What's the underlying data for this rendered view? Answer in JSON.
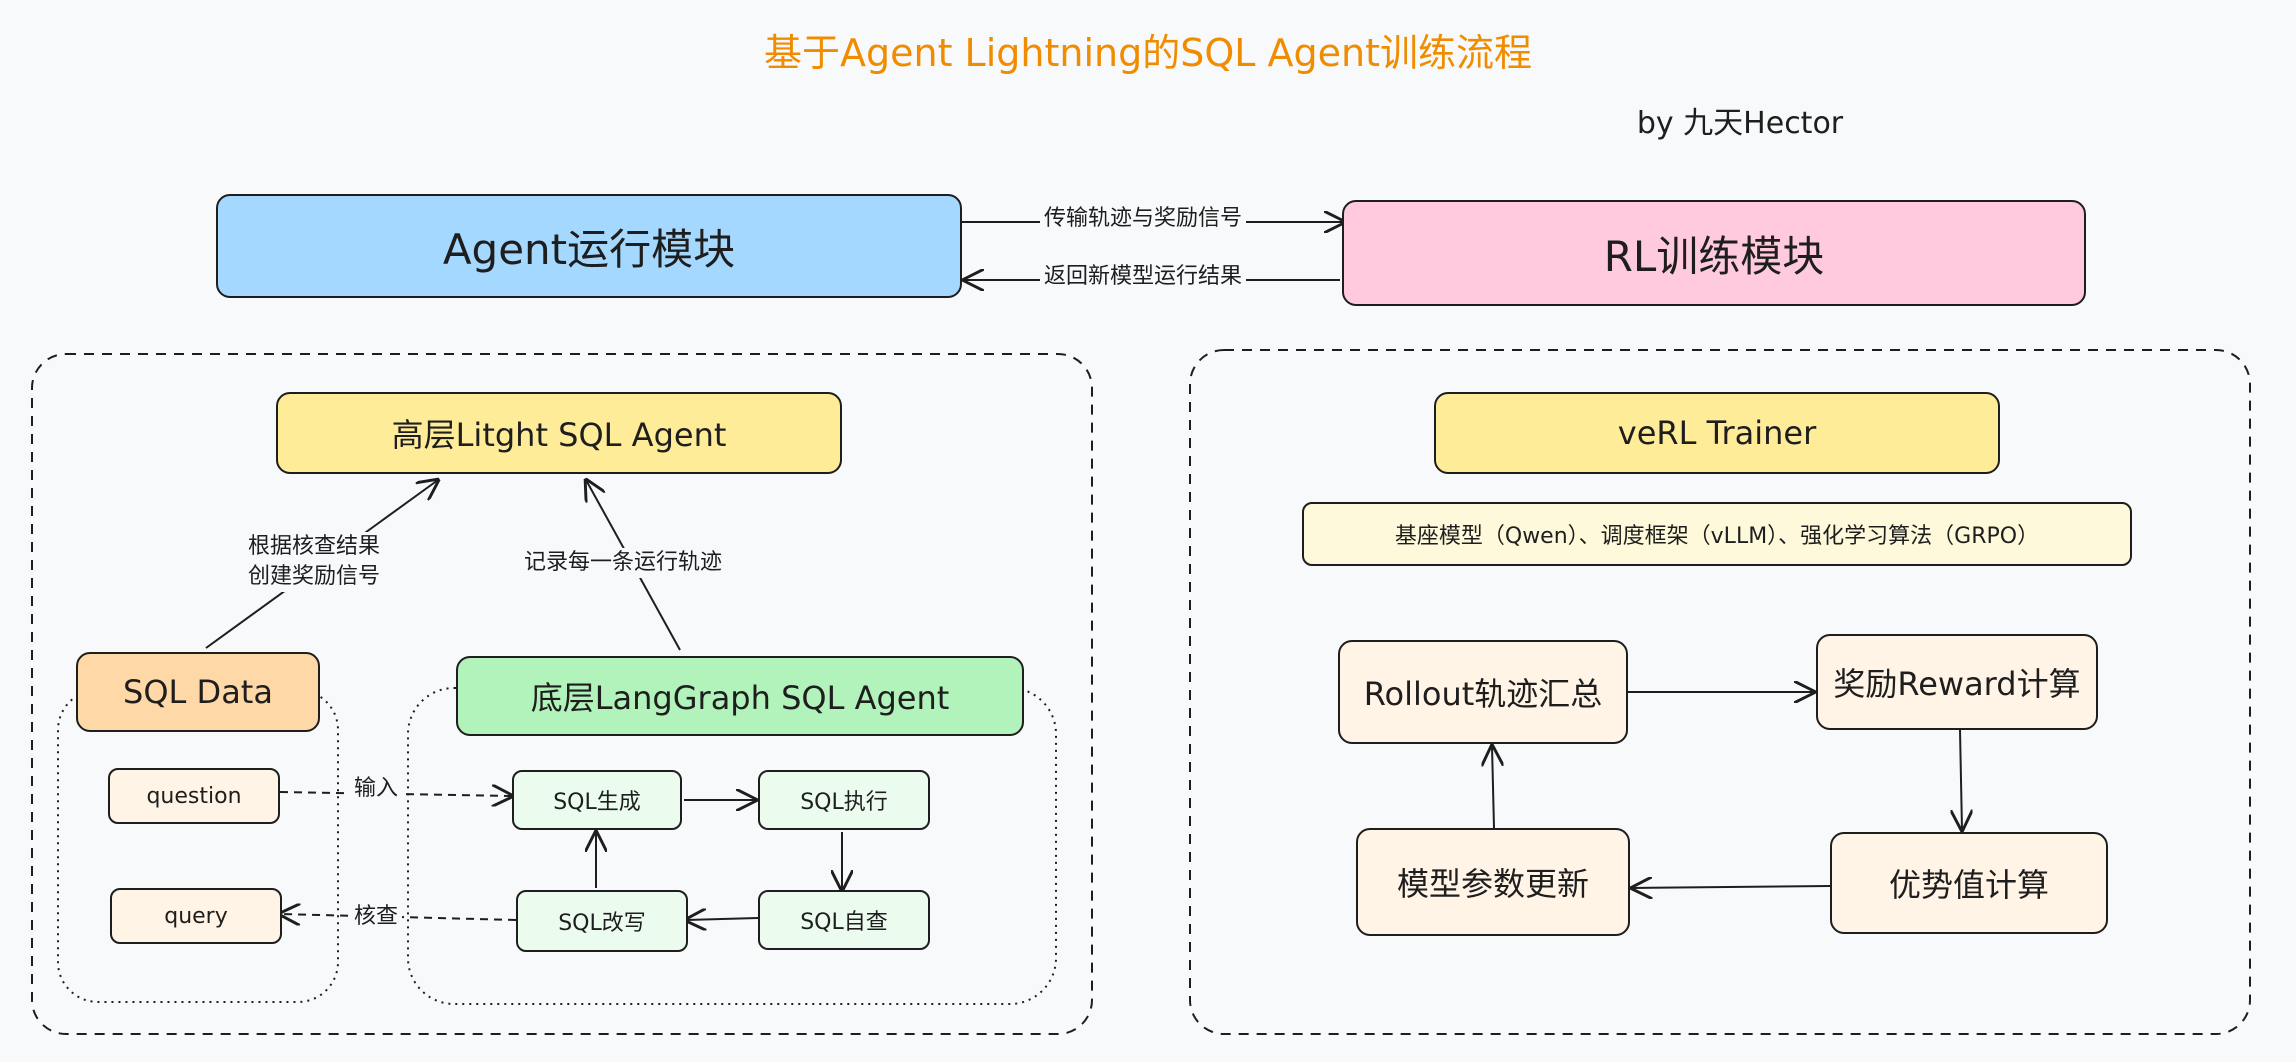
{
  "title": "基于Agent Lightning的SQL Agent训练流程",
  "author": "by 九天Hector",
  "colors": {
    "background": "#f8f9fb",
    "title": "#f08c00",
    "stroke": "#1e1e1e",
    "agent_module_fill": "#a5d8ff",
    "rl_module_fill": "#ffc9de",
    "yellow_fill": "#ffec99",
    "light_yellow_fill": "#fff9db",
    "orange_fill": "#ffd8a8",
    "light_orange_fill": "#fff4e6",
    "green_fill": "#b2f2bb",
    "light_green_fill": "#ebfbee"
  },
  "modules": {
    "agent_runtime": "Agent运行模块",
    "rl_training": "RL训练模块",
    "send_label": "传输轨迹与奖励信号",
    "return_label": "返回新模型运行结果"
  },
  "agent_side": {
    "high_agent": "高层Litght SQL Agent",
    "low_agent": "底层LangGraph SQL Agent",
    "sql_data": "SQL Data",
    "question": "question",
    "query": "query",
    "reward_label_1": "根据核查结果",
    "reward_label_2": "创建奖励信号",
    "record_label": "记录每一条运行轨迹",
    "input_label": "输入",
    "check_label": "核查",
    "sql_generate": "SQL生成",
    "sql_execute": "SQL执行",
    "sql_selfcheck": "SQL自查",
    "sql_rewrite": "SQL改写"
  },
  "rl_side": {
    "trainer": "veRL Trainer",
    "components": "基座模型（Qwen）、调度框架（vLLM）、强化学习算法（GRPO）",
    "rollout": "Rollout轨迹汇总",
    "reward": "奖励Reward计算",
    "advantage": "优势值计算",
    "update": "模型参数更新"
  }
}
